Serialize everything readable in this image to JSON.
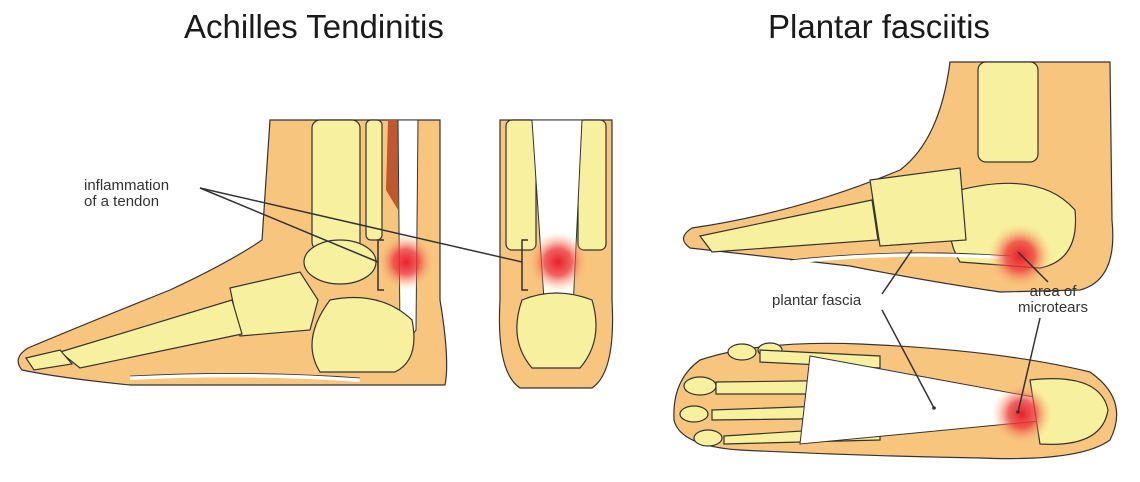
{
  "titles": {
    "left": "Achilles Tendinitis",
    "right": "Plantar fasciitis"
  },
  "labels": {
    "inflammation_line1": "inflammation",
    "inflammation_line2": "of a tendon",
    "plantar_fascia": "plantar fascia",
    "microtears_line1": "area of",
    "microtears_line2": "microtears"
  },
  "colors": {
    "skin": "#f7c57e",
    "bone": "#f7f09e",
    "outline": "#333333",
    "tendon": "#ffffff",
    "muscle": "#c0582e",
    "inflammation": "#e8202a"
  }
}
